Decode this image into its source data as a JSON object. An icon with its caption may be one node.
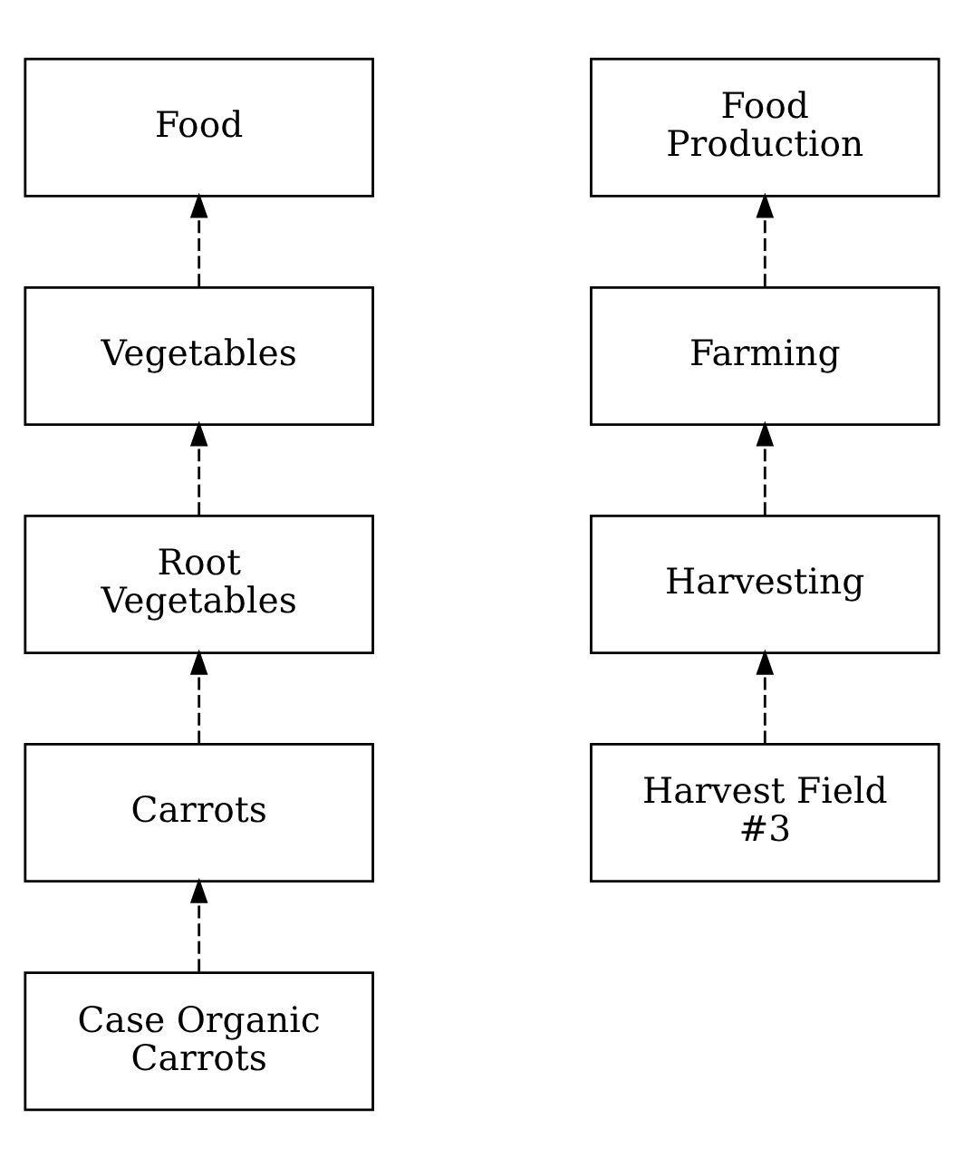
{
  "diagram": {
    "nodes": [
      {
        "text": [
          "Food"
        ]
      },
      {
        "text": [
          "Vegetables"
        ]
      },
      {
        "text": [
          "Root Vegetables"
        ]
      },
      {
        "text": [
          "Carrots"
        ]
      },
      {
        "text": [
          "Case Organic Carrots"
        ]
      },
      {
        "text": [
          "Food Production"
        ]
      },
      {
        "text": [
          "Farming"
        ]
      },
      {
        "text": [
          "Harvesting"
        ]
      },
      {
        "text": [
          "Harvest Field #3"
        ]
      }
    ],
    "edges": [
      {
        "from": 1,
        "to": 0,
        "arrow": "to",
        "style": "dashed"
      },
      {
        "from": 2,
        "to": 1,
        "arrow": "to",
        "style": "dashed"
      },
      {
        "from": 3,
        "to": 2,
        "arrow": "to",
        "style": "dashed"
      },
      {
        "from": 4,
        "to": 3,
        "arrow": "to",
        "style": "dashed"
      },
      {
        "from": 6,
        "to": 5,
        "arrow": "to",
        "style": "dashed"
      },
      {
        "from": 7,
        "to": 6,
        "arrow": "to",
        "style": "dashed"
      },
      {
        "from": 8,
        "to": 7,
        "arrow": "to",
        "style": "dashed"
      }
    ]
  }
}
